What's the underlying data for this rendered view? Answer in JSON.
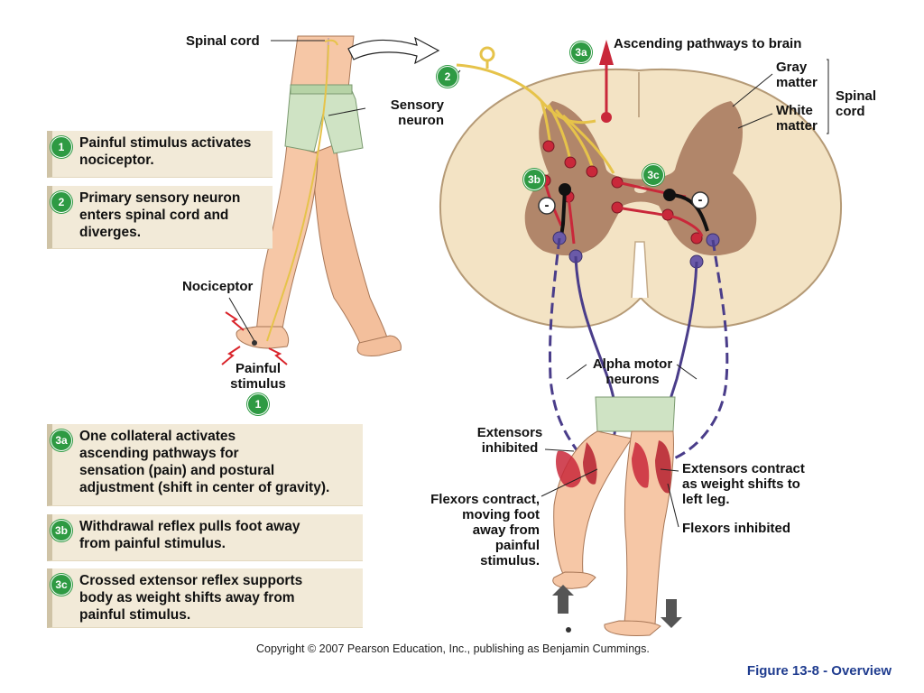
{
  "steps": {
    "s1": {
      "num": "1",
      "text": "Painful stimulus activates\nnociceptor."
    },
    "s2": {
      "num": "2",
      "text": "Primary sensory neuron\nenters spinal cord and\ndiverges."
    },
    "s3a": {
      "num": "3a",
      "text": "One collateral activates\nascending pathways for\nsensation (pain) and postural\nadjustment (shift in center of gravity)."
    },
    "s3b": {
      "num": "3b",
      "text": "Withdrawal reflex pulls foot away\nfrom painful stimulus."
    },
    "s3c": {
      "num": "3c",
      "text": "Crossed extensor reflex supports\nbody as weight shifts away from\npainful stimulus."
    }
  },
  "labels": {
    "spinal_cord_top": "Spinal cord",
    "sensory_neuron": "Sensory\nneuron",
    "ascending": "Ascending pathways to brain",
    "gray_matter": "Gray\nmatter",
    "white_matter": "White\nmatter",
    "spinal_cord_right": "Spinal\ncord",
    "nociceptor": "Nociceptor",
    "painful_stimulus": "Painful\nstimulus",
    "alpha_motor": "Alpha motor\nneurons",
    "extensors_inhibited": "Extensors\ninhibited",
    "flexors_contract": "Flexors contract,\nmoving foot\naway from\npainful\nstimulus.",
    "extensors_contract": "Extensors contract\nas weight shifts to\nleft leg.",
    "flexors_inhibited": "Flexors inhibited",
    "minus": "-"
  },
  "markers": {
    "m1": "1",
    "m2": "2",
    "m3a": "3a",
    "m3b": "3b",
    "m3c": "3c"
  },
  "copyright": "Copyright © 2007 Pearson Education, Inc., publishing as Benjamin Cummings.",
  "figure_label": "Figure 13-8 - Overview",
  "colors": {
    "badge": "#2e9a43",
    "white_matter": "#f3e3c4",
    "gray_matter": "#a4765a",
    "interneuron": "#c9283a",
    "motor_neuron": "#6a5aa8",
    "sensory": "#e6c34a",
    "skin": "#f6c7a6",
    "shorts": "#cfe3c4",
    "figure_label": "#1f3c8f"
  }
}
